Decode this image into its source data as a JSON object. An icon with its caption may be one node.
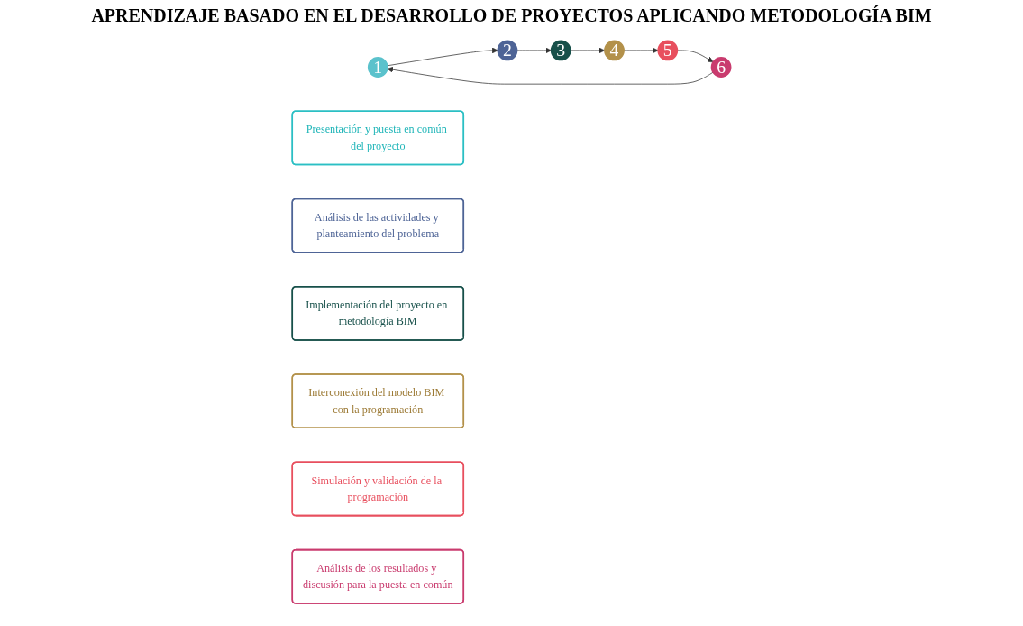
{
  "diagram": {
    "title": "APRENDIZAJE BASADO EN EL DESARROLLO DE PROYECTOS APLICANDO METODOLOGÍA BIM",
    "nodes": [
      {
        "text": [
          "1"
        ]
      },
      {
        "text": [
          "Presentación y puesta en común del proyecto"
        ]
      },
      {
        "text": [
          "2"
        ]
      },
      {
        "text": [
          "Análisis de las actividades y planteamiento del problema"
        ]
      },
      {
        "text": [
          "3"
        ]
      },
      {
        "text": [
          "Implementación del proyecto en metodología BIM"
        ]
      },
      {
        "text": [
          "4"
        ]
      },
      {
        "text": [
          "Interconexión del modelo BIM con la programación"
        ]
      },
      {
        "text": [
          "5"
        ]
      },
      {
        "text": [
          "Simulación y validación de la programación"
        ]
      },
      {
        "text": [
          "6"
        ]
      },
      {
        "text": [
          "Análisis de los resultados y discusión para la puesta en común"
        ]
      }
    ],
    "edges": [
      {
        "from": 0,
        "to": 2,
        "arrow": "to"
      },
      {
        "from": 2,
        "to": 4,
        "arrow": "to"
      },
      {
        "from": 4,
        "to": 6,
        "arrow": "to"
      },
      {
        "from": 6,
        "to": 8,
        "arrow": "to"
      },
      {
        "from": 8,
        "to": 10,
        "arrow": "to"
      },
      {
        "from": 10,
        "to": 0,
        "arrow": "to"
      }
    ]
  }
}
